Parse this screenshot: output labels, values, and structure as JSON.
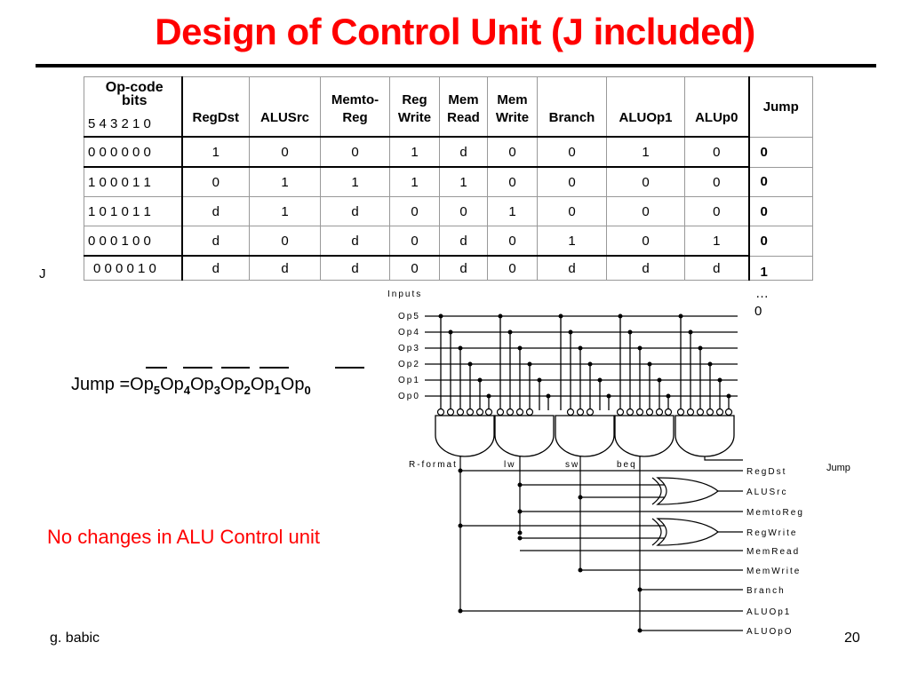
{
  "title": "Design of Control Unit (J included)",
  "table": {
    "opcode_header": [
      "Op-code",
      "bits"
    ],
    "bit_order": "5 4 3 2 1 0",
    "columns": [
      {
        "top": "",
        "bottom": "RegDst"
      },
      {
        "top": "",
        "bottom": "ALUSrc"
      },
      {
        "top": "Memto-",
        "bottom": "Reg"
      },
      {
        "top": "Reg",
        "bottom": "Write"
      },
      {
        "top": "Mem",
        "bottom": "Read"
      },
      {
        "top": "Mem",
        "bottom": "Write"
      },
      {
        "top": "",
        "bottom": "Branch"
      },
      {
        "top": "",
        "bottom": "ALUOp1"
      },
      {
        "top": "",
        "bottom": "ALUp0"
      }
    ],
    "jump_header": "Jump",
    "rows": [
      {
        "opcode": "0 0 0 0 0 0",
        "values": [
          "1",
          "0",
          "0",
          "1",
          "d",
          "0",
          "0",
          "1",
          "0"
        ],
        "jump": "0"
      },
      {
        "opcode": "1 0 0 0 1 1",
        "values": [
          "0",
          "1",
          "1",
          "1",
          "1",
          "0",
          "0",
          "0",
          "0"
        ],
        "jump": "0"
      },
      {
        "opcode": "1 0 1 0 1 1",
        "values": [
          "d",
          "1",
          "d",
          "0",
          "0",
          "1",
          "0",
          "0",
          "0"
        ],
        "jump": "0"
      },
      {
        "opcode": "0 0 0 1 0 0",
        "values": [
          "d",
          "0",
          "d",
          "0",
          "d",
          "0",
          "1",
          "0",
          "1"
        ],
        "jump": "0"
      },
      {
        "opcode": "0 0 0 0 1 0",
        "values": [
          "d",
          "d",
          "d",
          "0",
          "d",
          "0",
          "d",
          "d",
          "d"
        ],
        "jump": "1"
      }
    ],
    "j_label": "J",
    "after_jump": [
      "…",
      "0"
    ]
  },
  "equation": {
    "prefix": "Jump =",
    "terms": [
      {
        "name": "Op",
        "sub": "5"
      },
      {
        "name": "Op",
        "sub": "4"
      },
      {
        "name": "Op",
        "sub": "3"
      },
      {
        "name": "Op",
        "sub": "2"
      },
      {
        "name": "Op",
        "sub": "1"
      },
      {
        "name": "Op",
        "sub": "0"
      }
    ]
  },
  "circuit": {
    "inputs_label": "Inputs",
    "inputs": [
      "Op5",
      "Op4",
      "Op3",
      "Op2",
      "Op1",
      "Op0"
    ],
    "gate_labels": [
      "R-format",
      "lw",
      "sw",
      "beq"
    ],
    "jump_label": "Jump",
    "outputs": [
      "RegDst",
      "ALUSrc",
      "MemtoReg",
      "RegWrite",
      "MemRead",
      "MemWrite",
      "Branch",
      "ALUOp1",
      "ALUOpO"
    ]
  },
  "note": "No changes in ALU Control unit",
  "footer": {
    "author": "g. babic",
    "page": "20"
  }
}
